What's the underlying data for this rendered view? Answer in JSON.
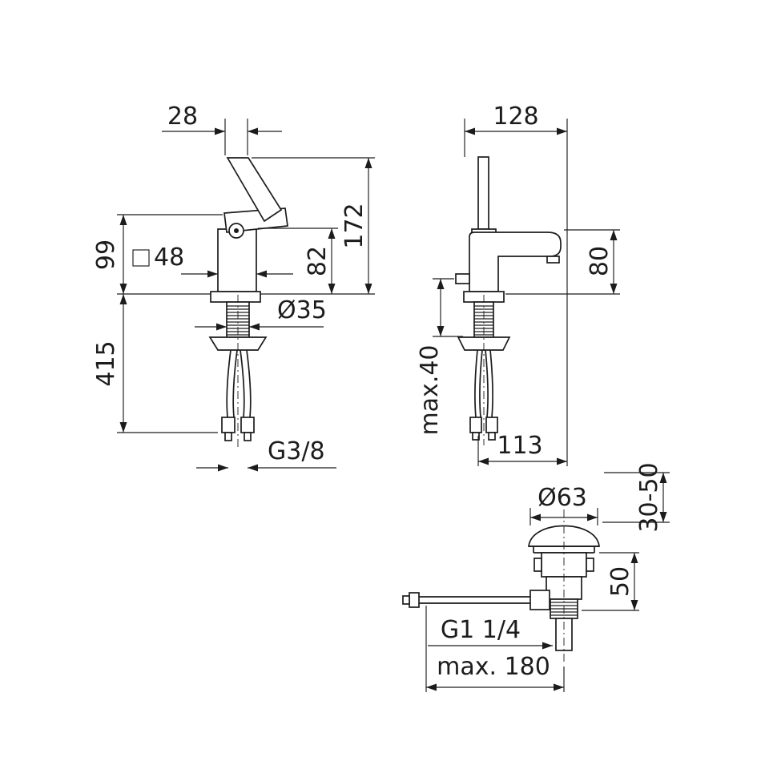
{
  "drawing": {
    "front_view": {
      "dim_handle_width": "28",
      "dim_total_height": "172",
      "dim_body_height": "99",
      "dim_body_square": "48",
      "dim_outlet_height": "82",
      "dim_hole_diameter": "Ø35",
      "dim_hose_length": "415",
      "dim_supply_thread": "G3/8"
    },
    "side_view": {
      "dim_total_depth": "128",
      "dim_outlet_height": "80",
      "dim_deck_thickness": "max.40",
      "dim_reach": "113"
    },
    "drain_view": {
      "dim_cap_diameter": "Ø63",
      "dim_deck_range": "30-50",
      "dim_body_height": "50",
      "dim_waste_thread": "G1 1/4",
      "dim_rod_reach": "max. 180"
    }
  },
  "colors": {
    "line": "#1c1c1c",
    "background": "#ffffff"
  }
}
